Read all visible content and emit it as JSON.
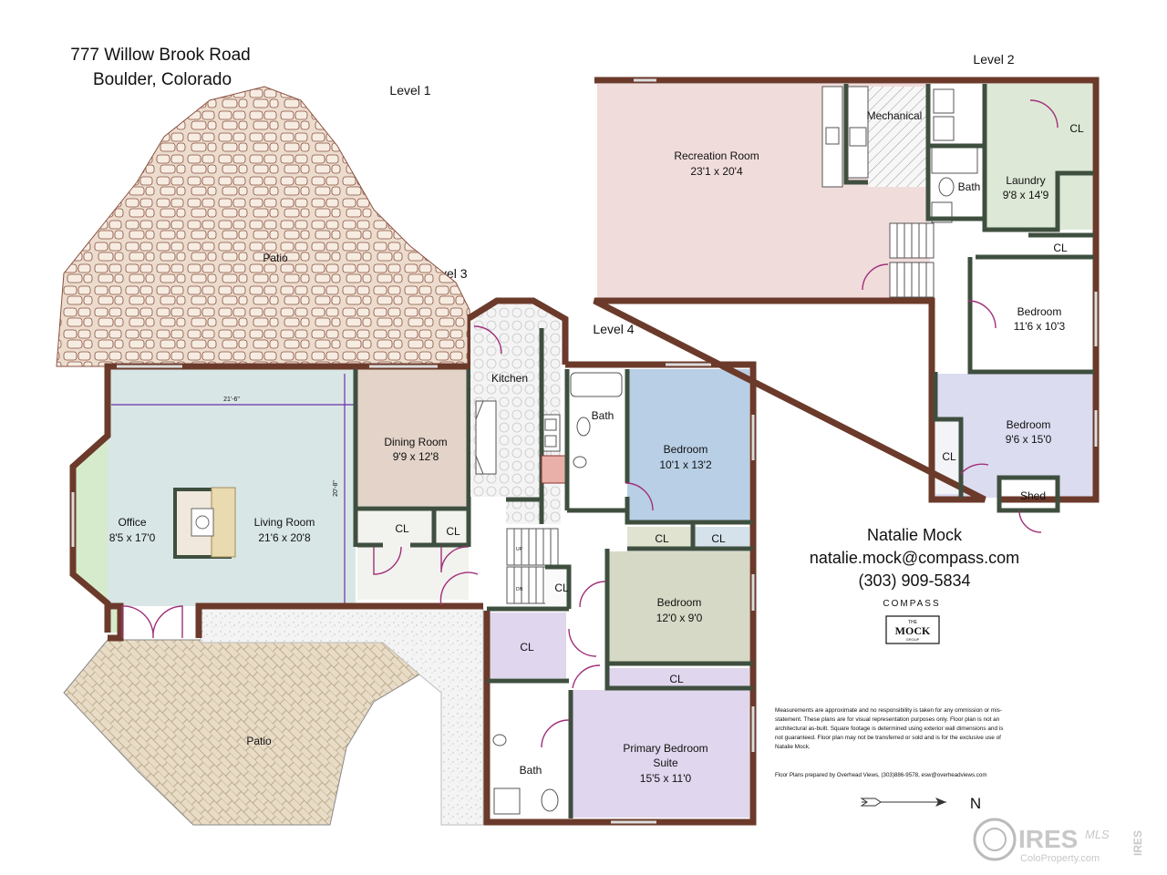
{
  "property": {
    "address_line1": "777 Willow Brook Road",
    "address_line2": "Boulder, Colorado"
  },
  "levels": {
    "level1": "Level 1",
    "level2": "Level 2",
    "level3": "Level 3",
    "level4": "Level 4"
  },
  "rooms": {
    "patio_top": "Patio",
    "patio_bottom": "Patio",
    "office_name": "Office",
    "office_size": "8'5 x 17'0",
    "living_name": "Living Room",
    "living_size": "21'6 x 20'8",
    "living_dim_h": "21'-6\"",
    "living_dim_v": "20'-8\"",
    "dining_name": "Dining Room",
    "dining_size": "9'9 x 12'8",
    "kitchen_name": "Kitchen",
    "bath_upper": "Bath",
    "bedroom_a_name": "Bedroom",
    "bedroom_a_size": "10'1 x 13'2",
    "bedroom_b_name": "Bedroom",
    "bedroom_b_size": "12'0 x 9'0",
    "primary_name_1": "Primary Bedroom",
    "primary_name_2": "Suite",
    "primary_size": "15'5 x 11'0",
    "bath_lower": "Bath",
    "rec_name": "Recreation Room",
    "rec_size": "23'1 x 20'4",
    "mechanical": "Mechanical",
    "laundry_name": "Laundry",
    "laundry_size": "9'8 x 14'9",
    "bath_l2": "Bath",
    "bedroom_c_name": "Bedroom",
    "bedroom_c_size": "11'6 x 10'3",
    "bedroom_d_name": "Bedroom",
    "bedroom_d_size": "9'6 x 15'0",
    "shed": "Shed"
  },
  "closets": {
    "label": "CL"
  },
  "stairs": {
    "up": "UP",
    "dn": "DN"
  },
  "agent": {
    "name": "Natalie Mock",
    "email": "natalie.mock@compass.com",
    "phone": "(303) 909-5834",
    "brokerage": "COMPASS",
    "group_top": "THE",
    "group_name": "MOCK",
    "group_bottom": "GROUP"
  },
  "disclaimer": {
    "line1": "Measurements are approximate and no responsibility is taken for any ommission or mis-",
    "line2": "statement.  These plans are for visual representation purposes only. Floor plan is not an",
    "line3": "architectural as-built.  Square footage is determined using exterior wall dimensions and is",
    "line4": "not guaranteed. Floor plan may not be transferred or sold and is for the exclusive use of",
    "line5": "Natalie Mock.",
    "credit": "Floor Plans prepared by Overhead Views, (303)886-9578, esw@overheadviews.com"
  },
  "north": "N",
  "watermark": {
    "brand": "IRES",
    "mls": "MLS",
    "site": "ColoProperty.com",
    "side": "IRES"
  },
  "colors": {
    "wall": "#6b3a2a",
    "interior_wall": "#3f4f3f",
    "living": "#d9e6e6",
    "office": "#d6ebcc",
    "dining": "#e3d3c8",
    "bedroom_blue": "#b8cfe6",
    "bedroom_sage": "#d6d9c6",
    "primary": "#e0d6ee",
    "rec": "#f1dcdc",
    "laundry": "#dde8d6",
    "bedroom_lavender": "#dcdcf0",
    "door": "#a0307a"
  }
}
